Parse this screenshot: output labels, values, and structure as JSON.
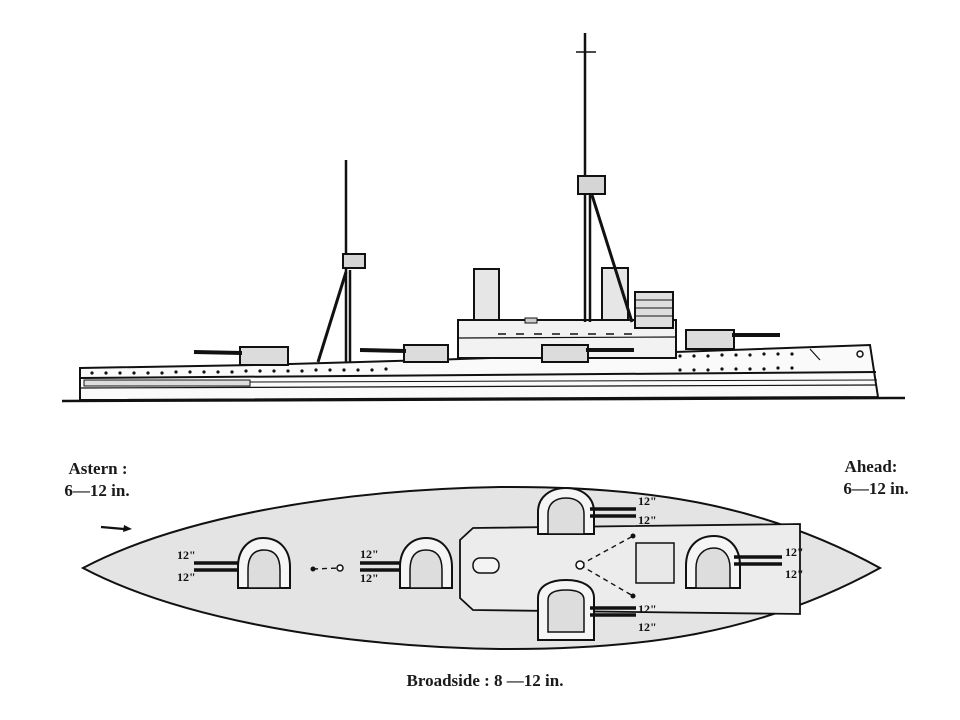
{
  "labels": {
    "astern_title": "Astern :",
    "astern_value": "6—12 in.",
    "ahead_title": "Ahead:",
    "ahead_value": "6—12 in.",
    "broadside": "Broadside : 8 —12 in."
  },
  "gun_calibre_mark": "12\"",
  "colors": {
    "hull_fill": "#e4e4e4",
    "line": "#111111",
    "deck_fill": "#ececec"
  }
}
